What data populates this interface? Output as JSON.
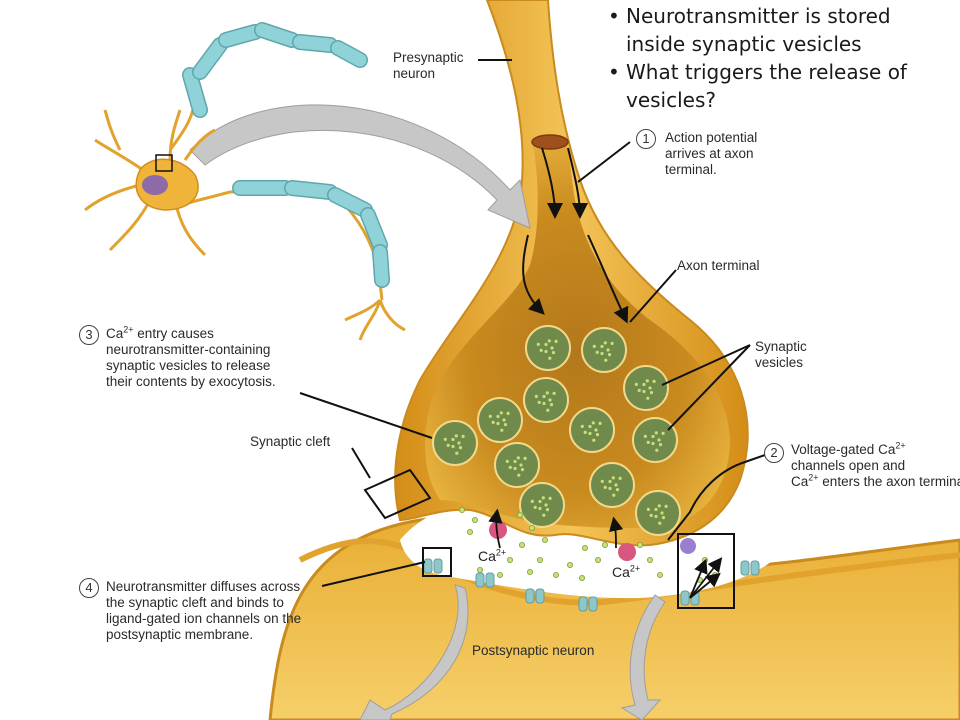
{
  "bullets": [
    "Neurotransmitter is stored inside synaptic vesicles",
    "What triggers the release of vesicles?"
  ],
  "labels": {
    "presynaptic": [
      "Presynaptic",
      "neuron"
    ],
    "axon_terminal": "Axon terminal",
    "synaptic_vesicles": [
      "Synaptic",
      "vesicles"
    ],
    "synaptic_cleft": "Synaptic cleft",
    "postsynaptic": "Postsynaptic neuron"
  },
  "steps": [
    {
      "number": "1",
      "lines": [
        "Action potential",
        "arrives at axon",
        "terminal."
      ]
    },
    {
      "number": "2",
      "lines": [
        "Voltage-gated Ca",
        "channels open and",
        "Ca",
        "enters the axon terminal."
      ]
    },
    {
      "number": "3",
      "lines": [
        "Ca",
        "entry causes",
        "neurotransmitter-containing",
        "synaptic vesicles to release",
        "their contents by exocytosis."
      ]
    },
    {
      "number": "4",
      "lines": [
        "Neurotransmitter diffuses across",
        "the synaptic cleft and binds to",
        "ligand-gated ion channels on the",
        "postsynaptic membrane."
      ]
    }
  ],
  "ion": {
    "symbol": "Ca",
    "charge": "2+"
  },
  "colors": {
    "neuron_fill": "#e6a92b",
    "neuron_light": "#f3c95a",
    "vesicle": "#6f8a4a",
    "vesicle_dot": "#c8e07a",
    "myelin": "#8fd3d8",
    "channel": "#8fc6c8",
    "ca_channel": "#d9577f",
    "arrow_gray": "#bdbdbd"
  }
}
